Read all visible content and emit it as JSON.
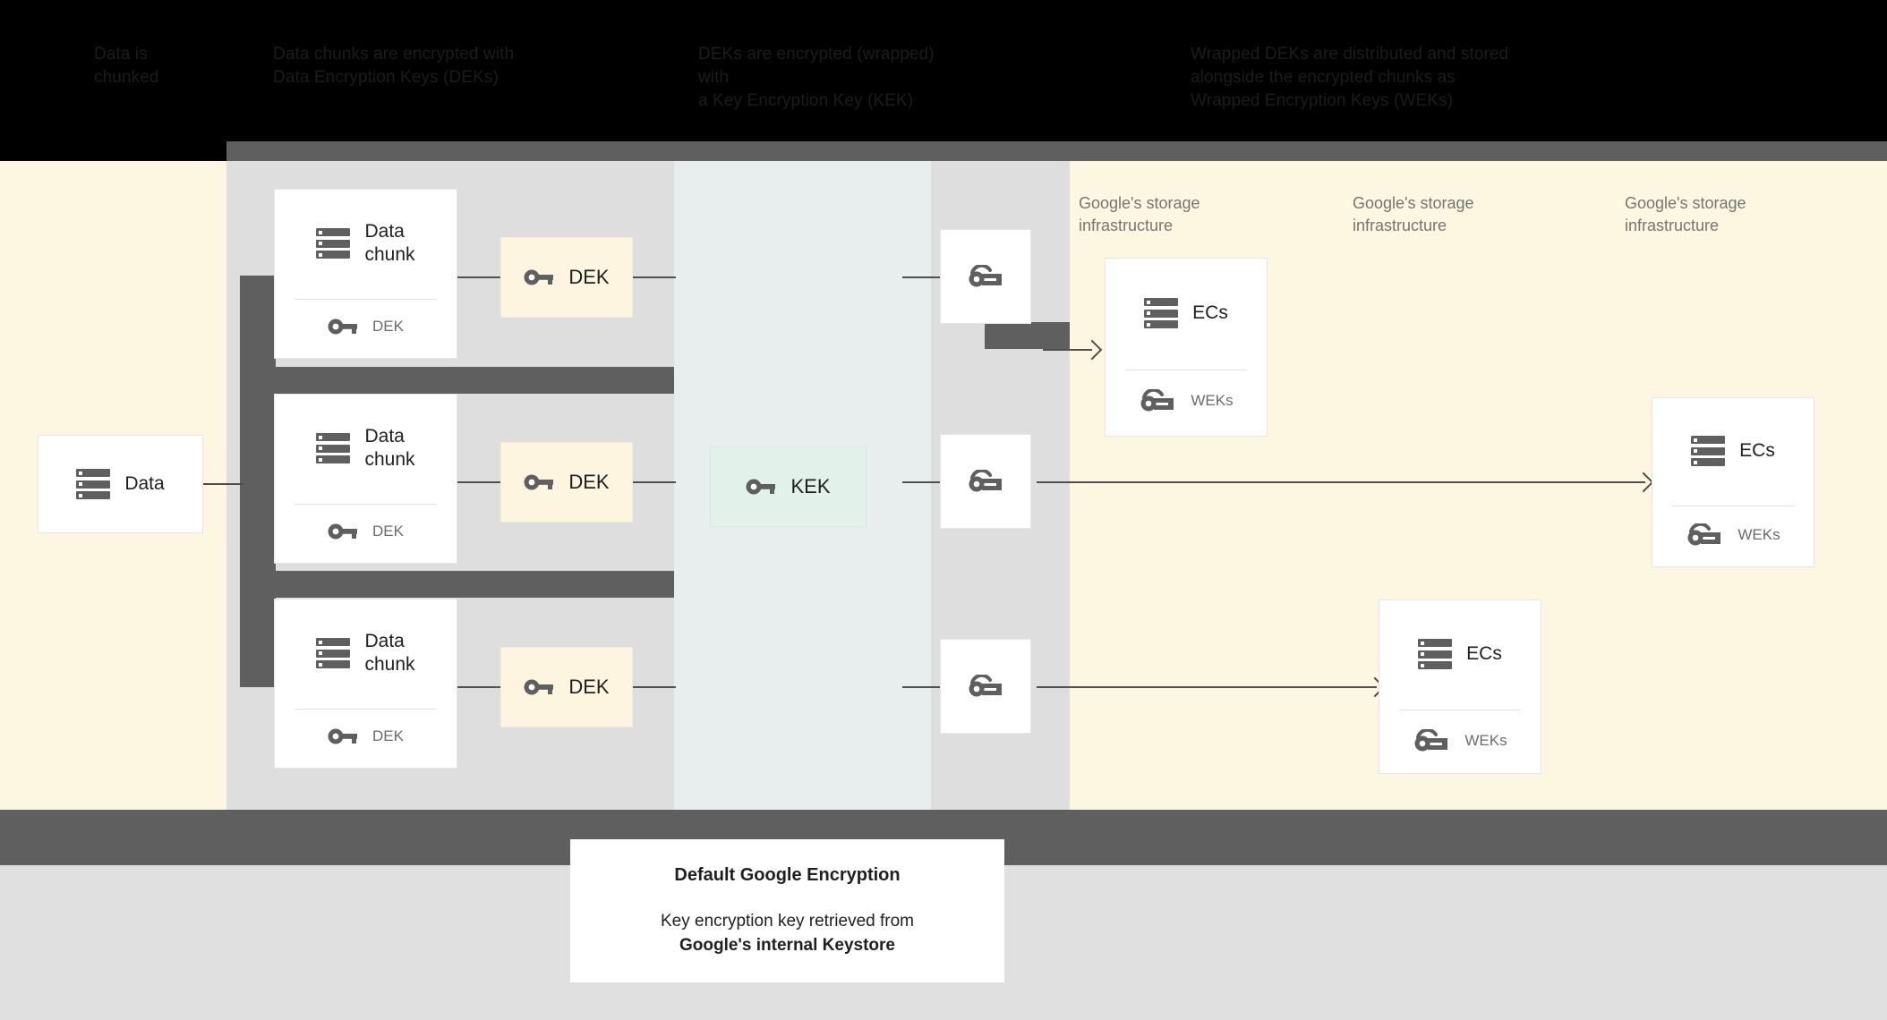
{
  "header": {
    "columns": [
      {
        "line1": "Data is",
        "line2": "chunked",
        "line3": ""
      },
      {
        "line1": "Data chunks are encrypted with",
        "line2": "Data Encryption Keys (DEKs)",
        "line3": ""
      },
      {
        "line1": "DEKs are encrypted (wrapped) with",
        "line2": "a Key Encryption Key (KEK)",
        "line3": ""
      },
      {
        "line1": "Wrapped DEKs are distributed and stored",
        "line2": "alongside the encrypted chunks as",
        "line3": "Wrapped Encryption Keys (WEKs)"
      }
    ]
  },
  "diagram": {
    "source_card": {
      "title": "Data",
      "icon": "server-icon"
    },
    "chunks": [
      {
        "title_line1": "Data",
        "title_line2": "chunk",
        "key_label": "DEK",
        "icon": "server-icon",
        "key_icon": "key-icon"
      },
      {
        "title_line1": "Data",
        "title_line2": "chunk",
        "key_label": "DEK",
        "icon": "server-icon",
        "key_icon": "key-icon"
      },
      {
        "title_line1": "Data",
        "title_line2": "chunk",
        "key_label": "DEK",
        "icon": "server-icon",
        "key_icon": "key-icon"
      }
    ],
    "dek_boxes": [
      {
        "label": "DEK",
        "icon": "key-icon"
      },
      {
        "label": "DEK",
        "icon": "key-icon"
      },
      {
        "label": "DEK",
        "icon": "key-icon"
      }
    ],
    "kek_box": {
      "label": "KEK",
      "icon": "key-icon"
    },
    "wrapped_keys": [
      {
        "icon": "wrapped-key-icon"
      },
      {
        "icon": "wrapped-key-icon"
      },
      {
        "icon": "wrapped-key-icon"
      }
    ],
    "infra_labels": [
      {
        "line1": "Google's storage",
        "line2": "infrastructure"
      },
      {
        "line1": "Google's storage",
        "line2": "infrastructure"
      },
      {
        "line1": "Google's storage",
        "line2": "infrastructure"
      }
    ],
    "ec_cards": [
      {
        "title": "ECs",
        "key_label": "WEKs",
        "icon": "server-icon",
        "key_icon": "wrapped-key-icon"
      },
      {
        "title": "ECs",
        "key_label": "WEKs",
        "icon": "server-icon",
        "key_icon": "wrapped-key-icon"
      },
      {
        "title": "ECs",
        "key_label": "WEKs",
        "icon": "server-icon",
        "key_icon": "wrapped-key-icon"
      }
    ]
  },
  "caption": {
    "title": "Default Google Encryption",
    "body_line1": "Key encryption key retrieved from",
    "body_line2": "Google's internal Keystore"
  },
  "colors": {
    "cream": "#fdf6e0",
    "grey_band": "#dedede",
    "blue_band": "#e8edee",
    "dark_bar": "#5f5f5f",
    "kek_green": "#e2f1ea",
    "dek_cream": "#fdf5e0",
    "icon_grey": "#5f5f5f",
    "bottom_grey": "#e0e0e0"
  }
}
